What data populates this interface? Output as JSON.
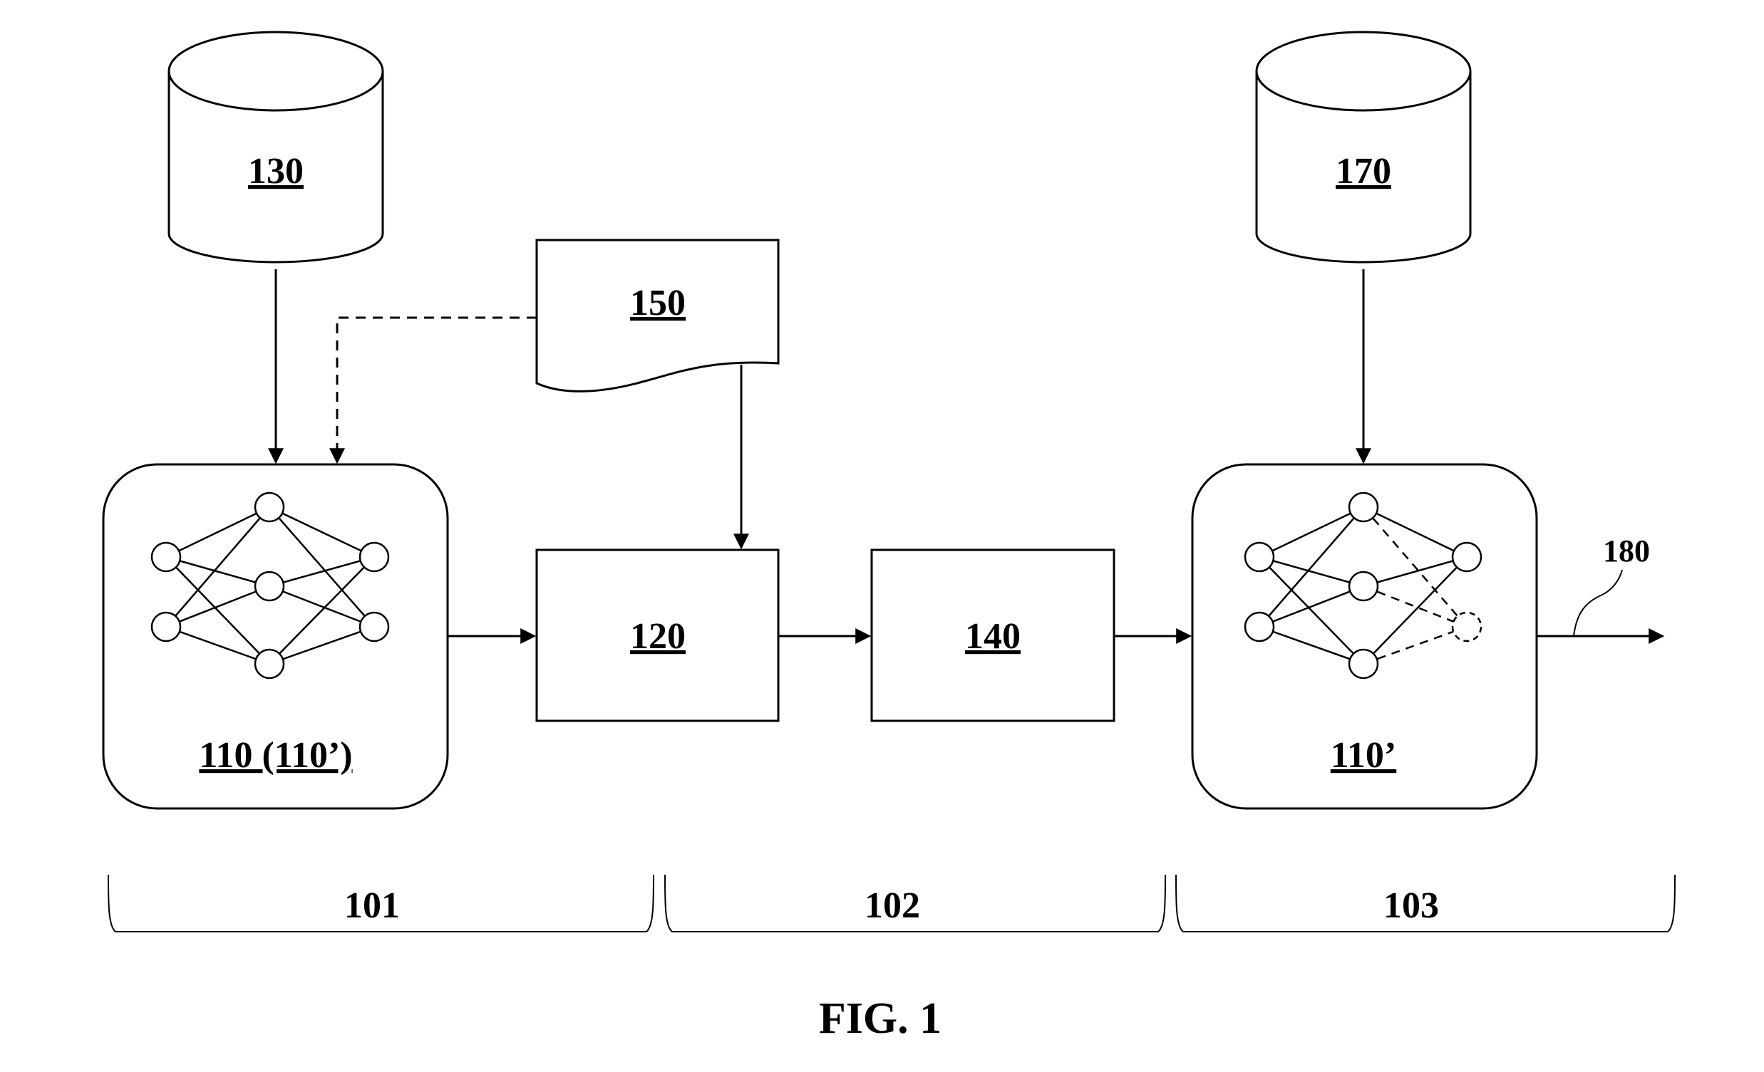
{
  "labels": {
    "db_training": "130",
    "db_target": "170",
    "network_source": "110 (110’)",
    "network_target": "110’",
    "document": "150",
    "block_120": "120",
    "block_140": "140",
    "output": "180",
    "stage_1": "101",
    "stage_2": "102",
    "stage_3": "103",
    "figure_caption": "FIG. 1"
  },
  "colors": {
    "ink": "#000000",
    "background": "#ffffff"
  }
}
